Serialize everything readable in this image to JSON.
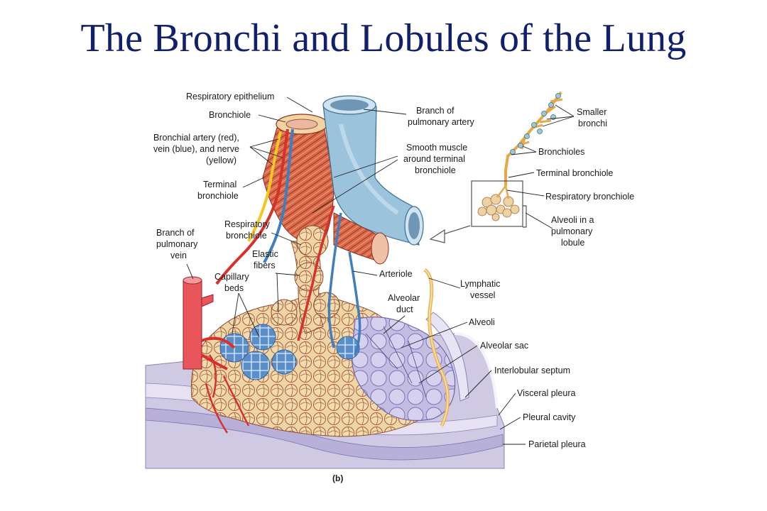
{
  "title": "The Bronchi and Lobules of the Lung",
  "figure_tag": "(b)",
  "labels": {
    "respiratory_epithelium": "Respiratory epithelium",
    "bronchiole": "Bronchiole",
    "bronchial_artery_1": "Bronchial artery (red),",
    "bronchial_artery_2": "vein (blue), and nerve",
    "bronchial_artery_3": "(yellow)",
    "terminal_bronchiole_1": "Terminal",
    "terminal_bronchiole_2": "bronchiole",
    "branch_pulm_artery_1": "Branch of",
    "branch_pulm_artery_2": "pulmonary artery",
    "smooth_muscle_1": "Smooth muscle",
    "smooth_muscle_2": "around terminal",
    "smooth_muscle_3": "bronchiole",
    "resp_bronchiole_1": "Respiratory",
    "resp_bronchiole_2": "bronchiole",
    "branch_pulm_vein_1": "Branch of",
    "branch_pulm_vein_2": "pulmonary",
    "branch_pulm_vein_3": "vein",
    "elastic_fibers_1": "Elastic",
    "elastic_fibers_2": "fibers",
    "capillary_beds_1": "Capillary",
    "capillary_beds_2": "beds",
    "arteriole": "Arteriole",
    "lymphatic_vessel_1": "Lymphatic",
    "lymphatic_vessel_2": "vessel",
    "alveolar_duct_1": "Alveolar",
    "alveolar_duct_2": "duct",
    "alveoli": "Alveoli",
    "alveolar_sac": "Alveolar sac",
    "interlobular_septum": "Interlobular septum",
    "visceral_pleura": "Visceral pleura",
    "pleural_cavity": "Pleural cavity",
    "parietal_pleura": "Parietal pleura",
    "smaller_bronchi_1": "Smaller",
    "smaller_bronchi_2": "bronchi",
    "bronchioles": "Bronchioles",
    "inset_terminal_bronchiole": "Terminal  bronchiole",
    "inset_resp_bronchiole": "Respiratory bronchiole",
    "alveoli_lobule_1": "Alveoli in a",
    "alveoli_lobule_2": "pulmonary",
    "alveoli_lobule_3": "lobule"
  },
  "colors": {
    "title": "#10206a",
    "artery": "#d8302a",
    "vein": "#3f7fc0",
    "nerve": "#f2c81e",
    "muscle": "#d86a4a",
    "alveoli": "#ecd3a0",
    "sac": "#b9b4dc",
    "pleura": "#d8d3ea"
  }
}
